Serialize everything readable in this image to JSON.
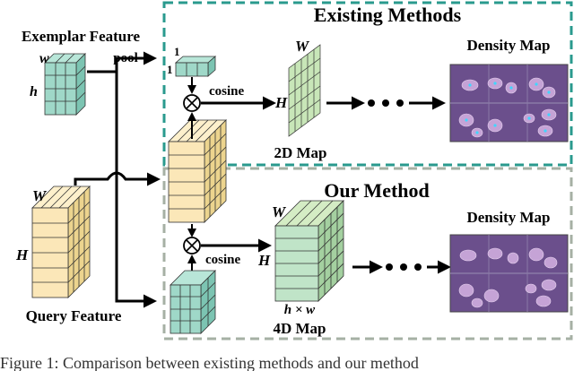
{
  "figure": {
    "title_existing": "Existing Methods",
    "title_ours": "Our Method",
    "exemplar_label": "Exemplar Feature",
    "pool_label": "pool",
    "query_label": "Query Feature",
    "cosine_top": "cosine",
    "cosine_bottom": "cosine",
    "map2d_label": "2D Map",
    "map4d_label": "4D Map",
    "density_top": "Density Map",
    "density_bottom": "Density Map",
    "hw_label": "h × w",
    "dim_w_exemplar": "w",
    "dim_h_exemplar": "h",
    "dim_one_a": "1",
    "dim_one_b": "1",
    "dim_W_map": "W",
    "dim_H_map": "H",
    "dim_W_query": "W",
    "dim_H_query": "H",
    "dim_W_4d": "W",
    "dim_H_4d": "H",
    "otimes_top": "⊗",
    "otimes_bottom": "⊗",
    "caption": "Figure 1: Comparison between existing methods and our method"
  },
  "colors": {
    "teal_border": "#2a9a8e",
    "gray_border": "#a6b0a4",
    "exemplar_fill": "#9fd8c8",
    "query_fill": "#fbe7b8",
    "map_fill": "#c8e6b8",
    "density_fill": "#6b4f8c"
  }
}
